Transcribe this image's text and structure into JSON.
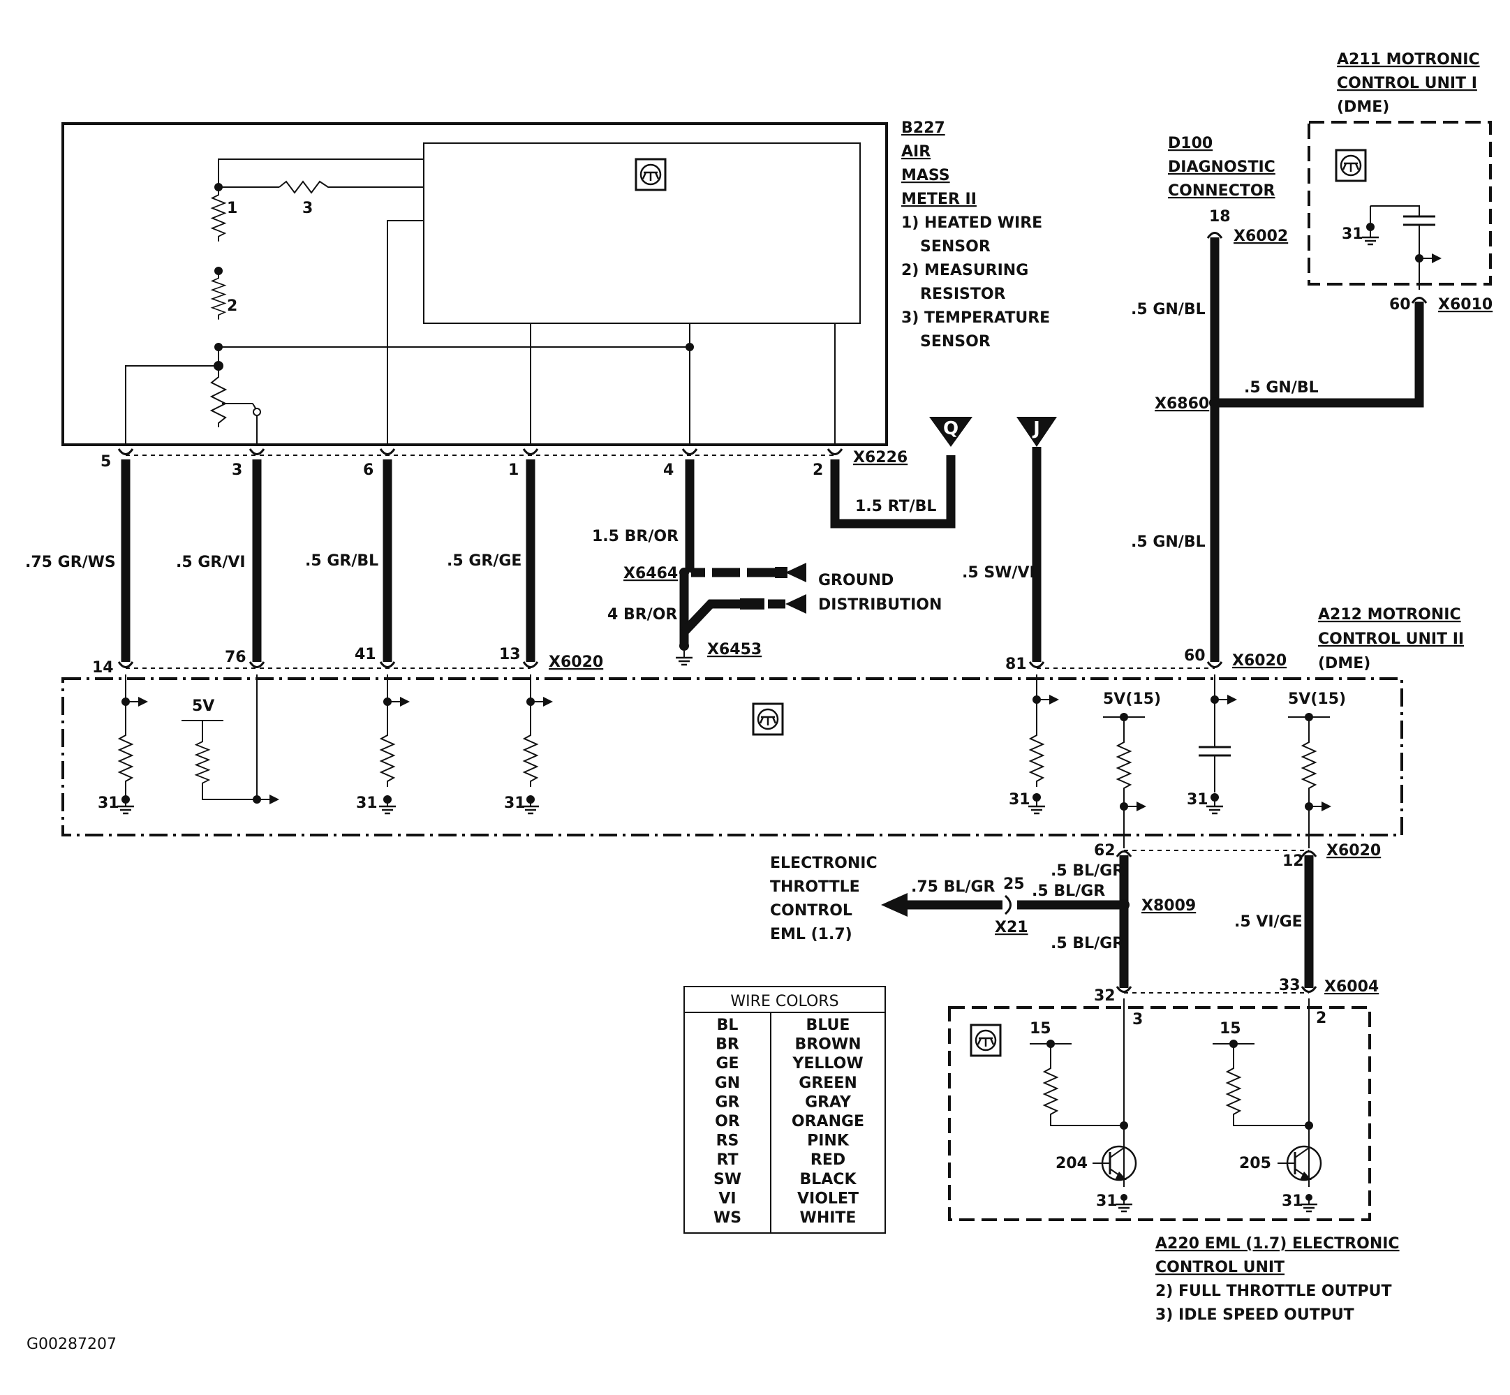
{
  "components": {
    "b227": {
      "lines": [
        "B227",
        "AIR",
        "MASS",
        "METER II",
        "1) HEATED WIRE",
        "SENSOR",
        "2) MEASURING",
        "RESISTOR",
        "3) TEMPERATURE",
        "SENSOR"
      ]
    },
    "d100": {
      "lines": [
        "D100",
        "DIAGNOSTIC",
        "CONNECTOR"
      ]
    },
    "a211": {
      "lines": [
        "A211 MOTRONIC",
        "CONTROL UNIT I",
        "(DME)"
      ]
    },
    "a212": {
      "lines": [
        "A212 MOTRONIC",
        "CONTROL UNIT II",
        "(DME)"
      ]
    },
    "a220": {
      "lines": [
        "A220 EML (1.7) ELECTRONIC",
        "CONTROL UNIT",
        "2) FULL THROTTLE OUTPUT",
        "3) IDLE SPEED OUTPUT"
      ]
    },
    "eml": {
      "lines": [
        "ELECTRONIC",
        "THROTTLE",
        "CONTROL",
        "EML (1.7)"
      ]
    },
    "ground_dist": {
      "lines": [
        "GROUND",
        "DISTRIBUTION"
      ]
    }
  },
  "connectors": {
    "x6226": "X6226",
    "x6020a": "X6020",
    "x6020b": "X6020",
    "x6020c": "X6020",
    "x6002": "X6002",
    "x6010": "X6010",
    "x6860": "X6860",
    "x6464": "X6464",
    "x6453": "X6453",
    "x8009": "X8009",
    "x21": "X21",
    "x6004": "X6004"
  },
  "wires": {
    "w1": ".75 GR/WS",
    "w2": ".5 GR/VI",
    "w3": ".5 GR/BL",
    "w4": ".5 GR/GE",
    "w5": "1.5 BR/OR",
    "w6": "4 BR/OR",
    "w7": "1.5 RT/BL",
    "w8": ".5 SW/VI",
    "w9": ".5 GN/BL",
    "w10": ".5 GN/BL",
    "w11": ".5 GN/BL",
    "w12": ".5 BL/GR",
    "w13": ".5 BL/GR",
    "w14": ".5 BL/GR",
    "w15": ".75 BL/GR",
    "w16": ".5 VI/GE"
  },
  "pins": {
    "p5": "5",
    "p3": "3",
    "p6": "6",
    "p1": "1",
    "p4": "4",
    "p2": "2",
    "p14": "14",
    "p76": "76",
    "p41": "41",
    "p13": "13",
    "p81": "81",
    "p60a": "60",
    "p18": "18",
    "p60b": "60",
    "p62": "62",
    "p12": "12",
    "p25": "25",
    "p32": "32",
    "p33": "33",
    "p3b": "3",
    "p2b": "2"
  },
  "small_labels": {
    "r1": "1",
    "r2": "2",
    "r3": "3",
    "g31a": "31",
    "g31b": "31",
    "g31c": "31",
    "g31d": "31",
    "g31e": "31",
    "g31f": "31",
    "g31g": "31",
    "g31h": "31",
    "v5": "5V",
    "v515a": "5V(15)",
    "v515b": "5V(15)",
    "v15a": "15",
    "v15b": "15",
    "t204": "204",
    "t205": "205"
  },
  "tags": {
    "q": "Q",
    "j": "J"
  },
  "legend": {
    "title": "WIRE COLORS",
    "rows": [
      [
        "BL",
        "BLUE"
      ],
      [
        "BR",
        "BROWN"
      ],
      [
        "GE",
        "YELLOW"
      ],
      [
        "GN",
        "GREEN"
      ],
      [
        "GR",
        "GRAY"
      ],
      [
        "OR",
        "ORANGE"
      ],
      [
        "RS",
        "PINK"
      ],
      [
        "RT",
        "RED"
      ],
      [
        "SW",
        "BLACK"
      ],
      [
        "VI",
        "VIOLET"
      ],
      [
        "WS",
        "WHITE"
      ]
    ]
  },
  "figure_id": "G00287207"
}
